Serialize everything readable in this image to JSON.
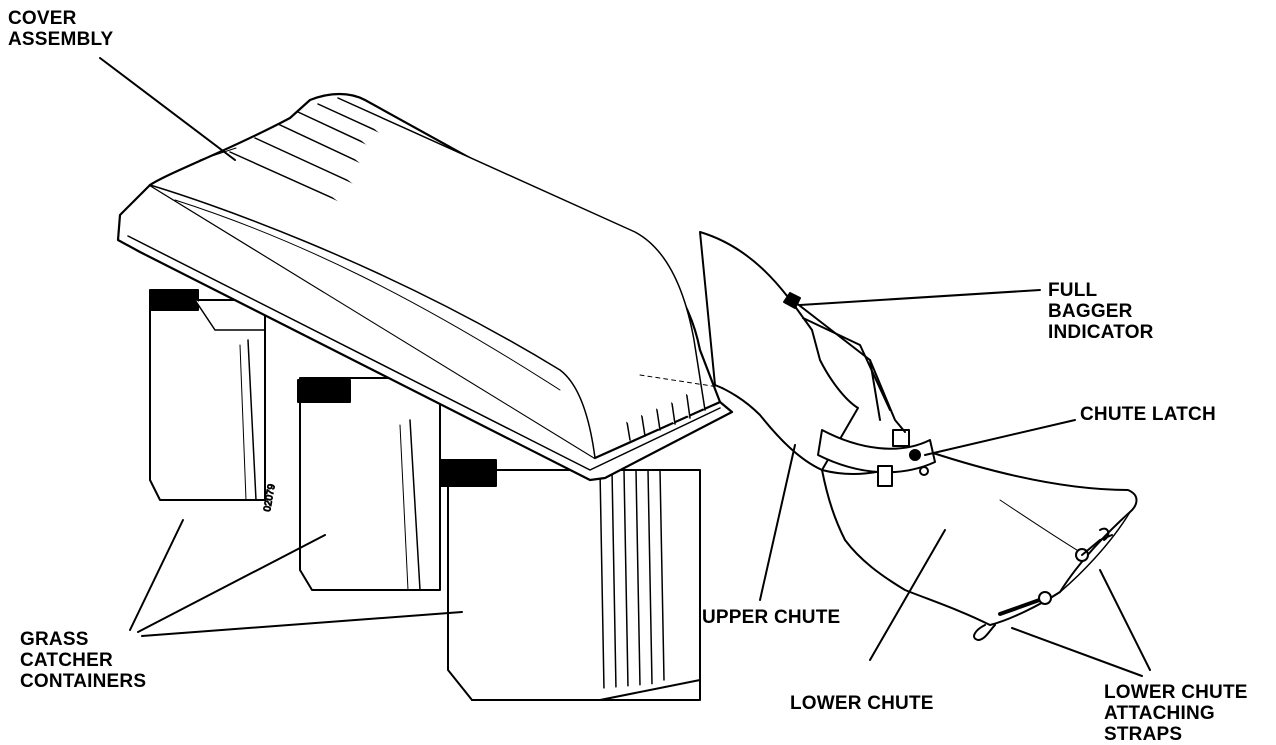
{
  "labels": {
    "cover_assembly": [
      "COVER",
      "ASSEMBLY"
    ],
    "full_bagger_indicator": [
      "FULL",
      "BAGGER",
      "INDICATOR"
    ],
    "chute_latch": [
      "CHUTE LATCH"
    ],
    "grass_catcher_containers": [
      "GRASS",
      "CATCHER",
      "CONTAINERS"
    ],
    "upper_chute": [
      "UPPER CHUTE"
    ],
    "lower_chute": [
      "LOWER CHUTE"
    ],
    "lower_chute_attaching_straps": [
      "LOWER CHUTE",
      "ATTACHING",
      "STRAPS"
    ]
  },
  "part_number": "02079",
  "colors": {
    "ink": "#000000",
    "paper": "#ffffff"
  }
}
